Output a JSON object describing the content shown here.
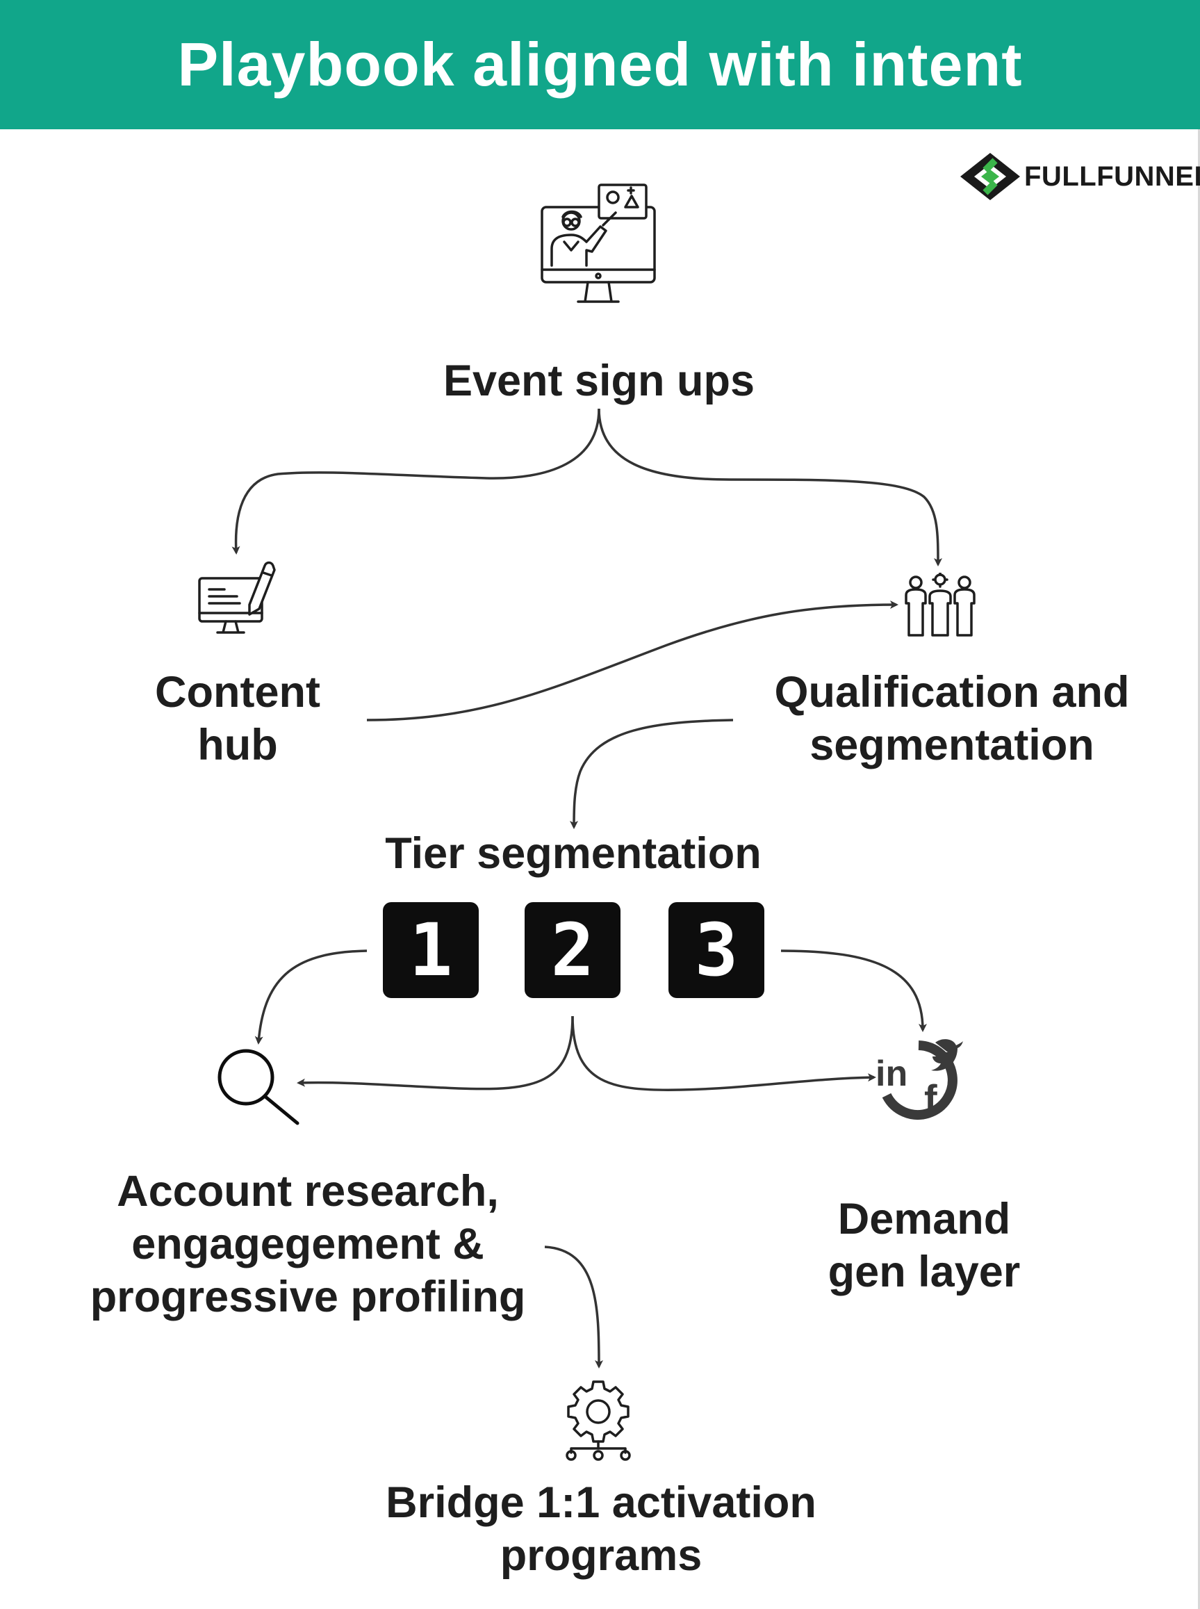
{
  "header": {
    "title": "Playbook aligned with intent"
  },
  "brand": {
    "name": "FULLFUNNEL",
    "accent": "#11a68a",
    "logo_dark": "#1a1a1a",
    "logo_green": "#3bb54a"
  },
  "nodes": {
    "event": {
      "icon": "presenter-monitor-icon",
      "lines": [
        "Event sign ups"
      ]
    },
    "content": {
      "icon": "monitor-pen-icon",
      "lines": [
        "Content",
        "hub"
      ]
    },
    "qualification": {
      "icon": "team-group-icon",
      "lines": [
        "Qualification and",
        "segmentation"
      ]
    },
    "tier": {
      "lines": [
        "Tier segmentation"
      ]
    },
    "account": {
      "icon": "magnifier-icon",
      "lines": [
        "Account research,",
        "engagegement &",
        "progressive profiling"
      ]
    },
    "demand": {
      "icon": "social-media-icon",
      "lines": [
        "Demand",
        "gen layer"
      ]
    },
    "bridge": {
      "icon": "gear-network-icon",
      "lines": [
        "Bridge 1:1 activation",
        "programs"
      ]
    }
  },
  "tiers": [
    "1",
    "2",
    "3"
  ]
}
